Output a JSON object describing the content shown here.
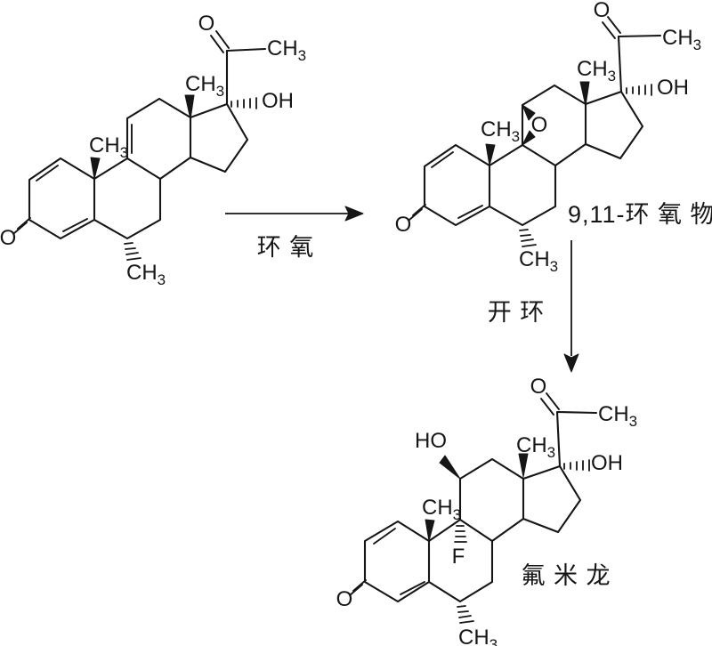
{
  "colors": {
    "ink": "#161616",
    "paper": "#ffffff"
  },
  "atoms": {
    "oxygen": "O",
    "methyl_prefix": "CH",
    "methyl_subscript": "3",
    "hydroxyl": "OH",
    "hydroxyl_reversed": "HO",
    "fluorine": "F"
  },
  "reaction": {
    "step1_label": "环 氧",
    "step2_label": "开 环",
    "intermediate_name": "9,11-环 氧 物",
    "product_name": "氟 米 龙"
  }
}
